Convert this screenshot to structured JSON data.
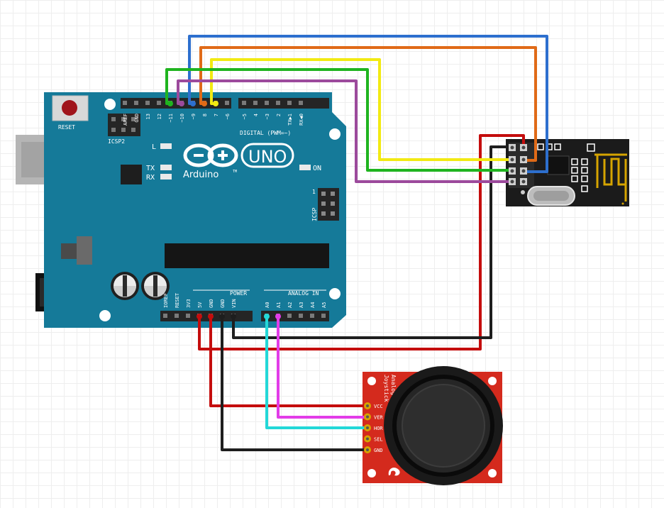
{
  "arduino": {
    "reset_label": "RESET",
    "icsp2_label": "ICSP2",
    "icsp_label": "ICSP",
    "icsp_pin1": "1",
    "led_l": "L",
    "led_tx": "TX",
    "led_rx": "RX",
    "led_on": "ON",
    "uno_text": "UNO",
    "brand": "Arduino",
    "brand_tm": "TM",
    "digital_label": "DIGITAL (PWM=~)",
    "power_label": "POWER",
    "analog_label": "ANALOG IN",
    "digital_pins": [
      "AREF",
      "GND",
      "13",
      "12",
      "~11",
      "~10",
      "~9",
      "8",
      "7",
      "~6",
      "~5",
      "4",
      "~3",
      "2",
      "TX▶1",
      "RX◀0"
    ],
    "power_pins": [
      "IOREF",
      "RESET",
      "3V3",
      "5V",
      "GND",
      "GND",
      "VIN"
    ],
    "analog_pins": [
      "A0",
      "A1",
      "A2",
      "A3",
      "A4",
      "A5"
    ]
  },
  "joystick": {
    "title_line1": "Analog",
    "title_line2": "Joystick",
    "pins": [
      "VCC",
      "VER",
      "HOR",
      "SEL",
      "GND"
    ]
  },
  "wire_colors": {
    "red": "#c40d0d",
    "black": "#1e1e1e",
    "blue": "#2d6fce",
    "orange": "#e06a17",
    "yellow": "#f2ea12",
    "green": "#1fb41f",
    "purple": "#9c4a9c",
    "cyan": "#23d8d8",
    "magenta": "#e23ce8"
  },
  "board_colors": {
    "arduino": "#157a99",
    "joystick": "#d42a1d",
    "radio": "#1b1b1b"
  }
}
